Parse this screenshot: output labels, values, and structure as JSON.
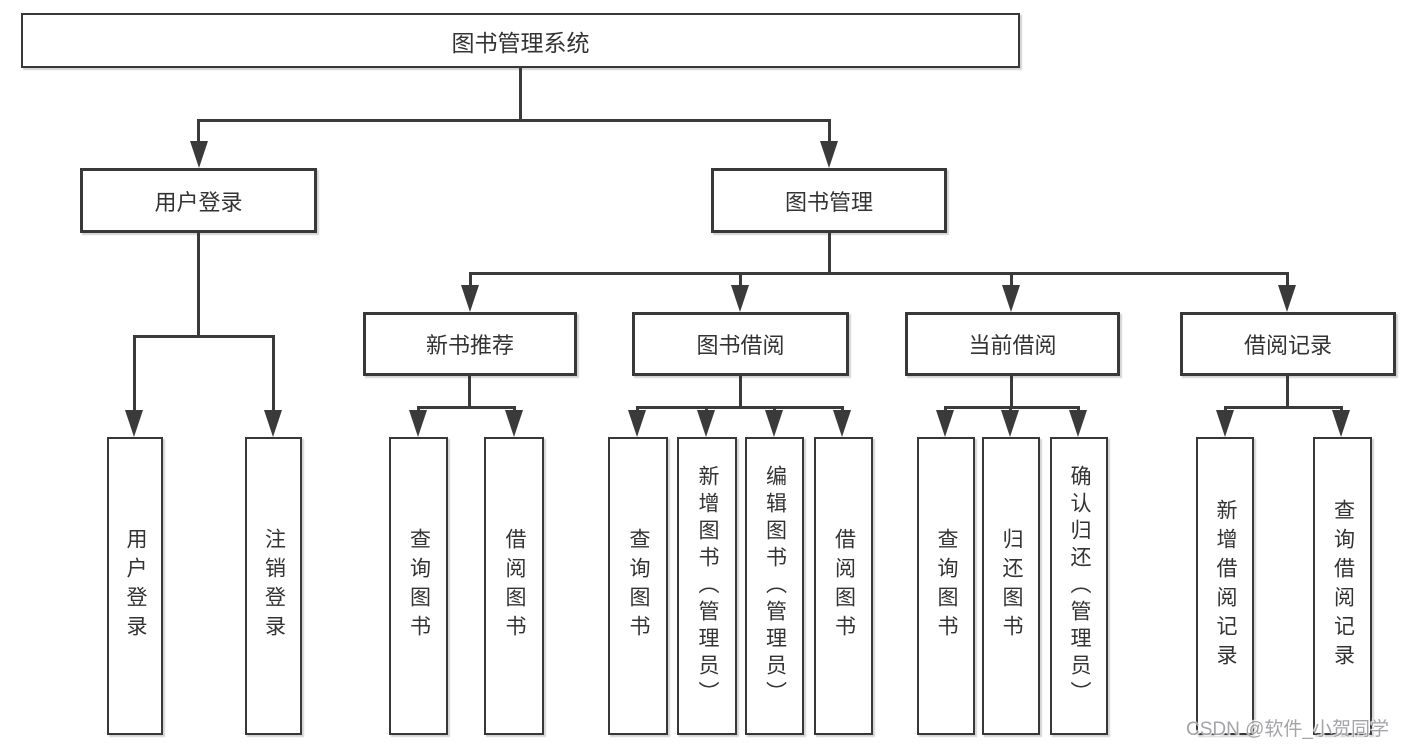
{
  "diagram": {
    "title": "图书管理系统",
    "user_login": {
      "label": "用户登录",
      "children": [
        "用户登录",
        "注销登录"
      ]
    },
    "book_mgmt": {
      "label": "图书管理",
      "sections": [
        {
          "label": "新书推荐",
          "children": [
            "查询图书",
            "借阅图书"
          ]
        },
        {
          "label": "图书借阅",
          "children": [
            "查询图书",
            "新增图书（管理员）",
            "编辑图书（管理员）",
            "借阅图书"
          ]
        },
        {
          "label": "当前借阅",
          "children": [
            "查询图书",
            "归还图书",
            "确认归还（管理员）"
          ]
        },
        {
          "label": "借阅记录",
          "children": [
            "新增借阅记录",
            "查询借阅记录"
          ]
        }
      ]
    },
    "colors": {
      "line": "#3a3a3a",
      "box_border": "#383838",
      "text": "#333333",
      "background": "#ffffff",
      "watermark_text": "#a4a4a8"
    }
  },
  "watermark": "CSDN @软件_小贺同学"
}
